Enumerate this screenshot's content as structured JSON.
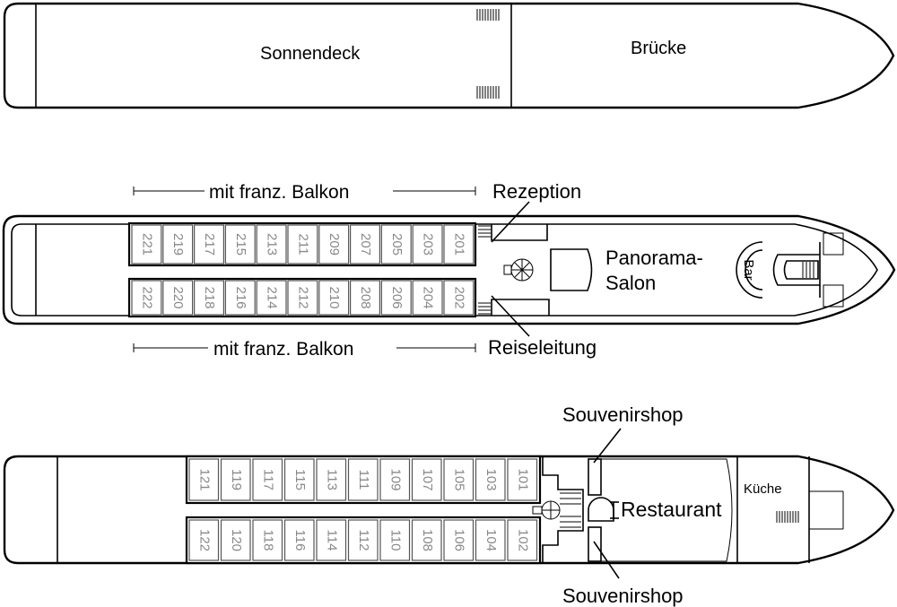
{
  "top_deck": {
    "labels": {
      "sun_deck": "Sonnendeck",
      "bridge": "Brücke"
    }
  },
  "middle_deck": {
    "cabins_top": [
      "221",
      "219",
      "217",
      "215",
      "213",
      "211",
      "209",
      "207",
      "205",
      "203",
      "201"
    ],
    "cabins_bottom": [
      "222",
      "220",
      "218",
      "216",
      "214",
      "212",
      "210",
      "208",
      "206",
      "204",
      "202"
    ],
    "labels": {
      "balcony_top": "mit franz. Balkon",
      "balcony_bottom": "mit franz. Balkon",
      "reception": "Rezeption",
      "tour_management": "Reiseleitung",
      "panorama_line1": "Panorama-",
      "panorama_line2": "Salon",
      "bar": "Bar"
    }
  },
  "lower_deck": {
    "cabins_top": [
      "121",
      "119",
      "117",
      "115",
      "113",
      "111",
      "109",
      "107",
      "105",
      "103",
      "101"
    ],
    "cabins_bottom": [
      "122",
      "120",
      "118",
      "116",
      "114",
      "112",
      "110",
      "108",
      "106",
      "104",
      "102"
    ],
    "labels": {
      "souvenir_top": "Souvenirshop",
      "souvenir_bottom": "Souvenirshop",
      "restaurant": "Restaurant",
      "kitchen": "Küche"
    }
  }
}
